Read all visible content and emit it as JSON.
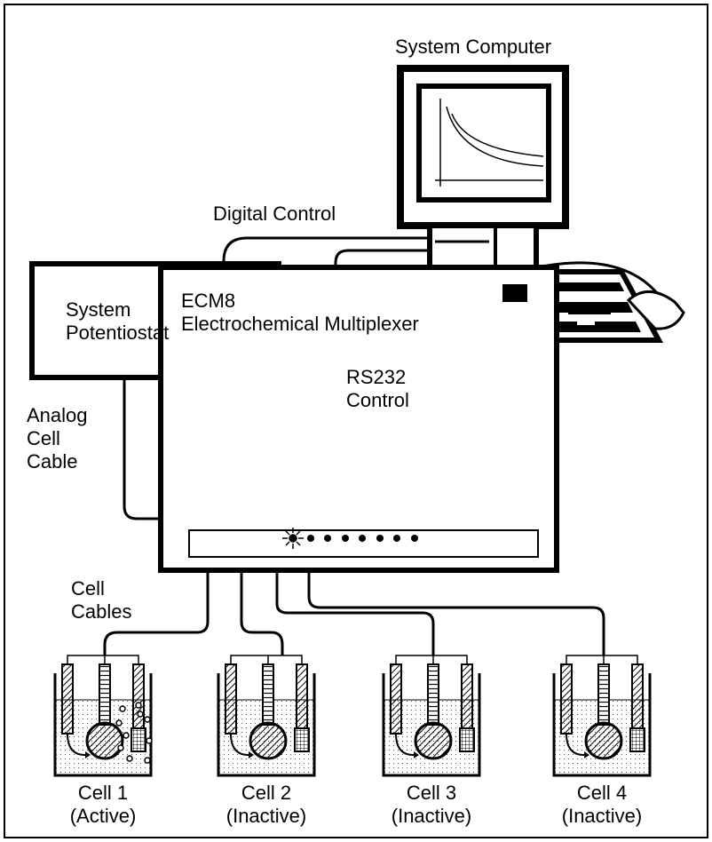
{
  "computer": {
    "label": "System Computer"
  },
  "cables": {
    "digital": "Digital Control",
    "rs232_line1": "RS232",
    "rs232_line2": "Control",
    "analog_line1": "Analog",
    "analog_line2": "Cell",
    "analog_line3": "Cable",
    "cell_line1": "Cell",
    "cell_line2": "Cables"
  },
  "potentiostat": {
    "line1": "System",
    "line2": "Potentiostat"
  },
  "multiplexer": {
    "line1": "ECM8",
    "line2": "Electrochemical Multiplexer"
  },
  "cells": [
    {
      "name": "Cell 1",
      "status": "(Active)"
    },
    {
      "name": "Cell 2",
      "status": "(Inactive)"
    },
    {
      "name": "Cell 3",
      "status": "(Inactive)"
    },
    {
      "name": "Cell 4",
      "status": "(Inactive)"
    }
  ]
}
